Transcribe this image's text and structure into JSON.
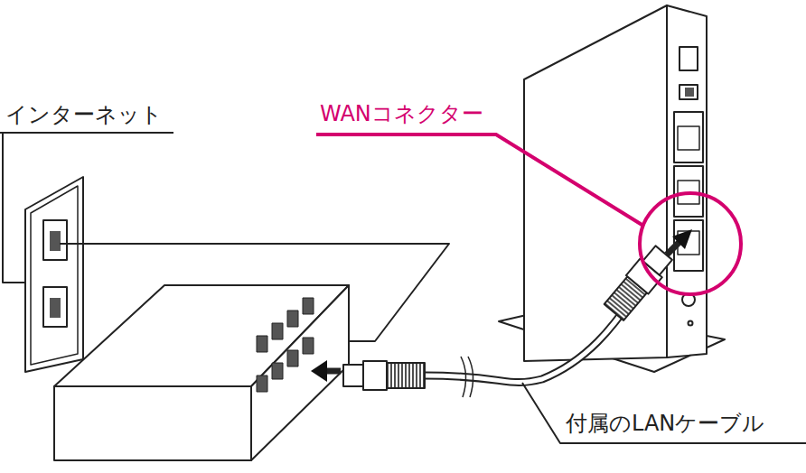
{
  "diagram": {
    "labels": [
      "インターネット",
      "WANコネクター",
      "付属のLANケーブル"
    ]
  }
}
